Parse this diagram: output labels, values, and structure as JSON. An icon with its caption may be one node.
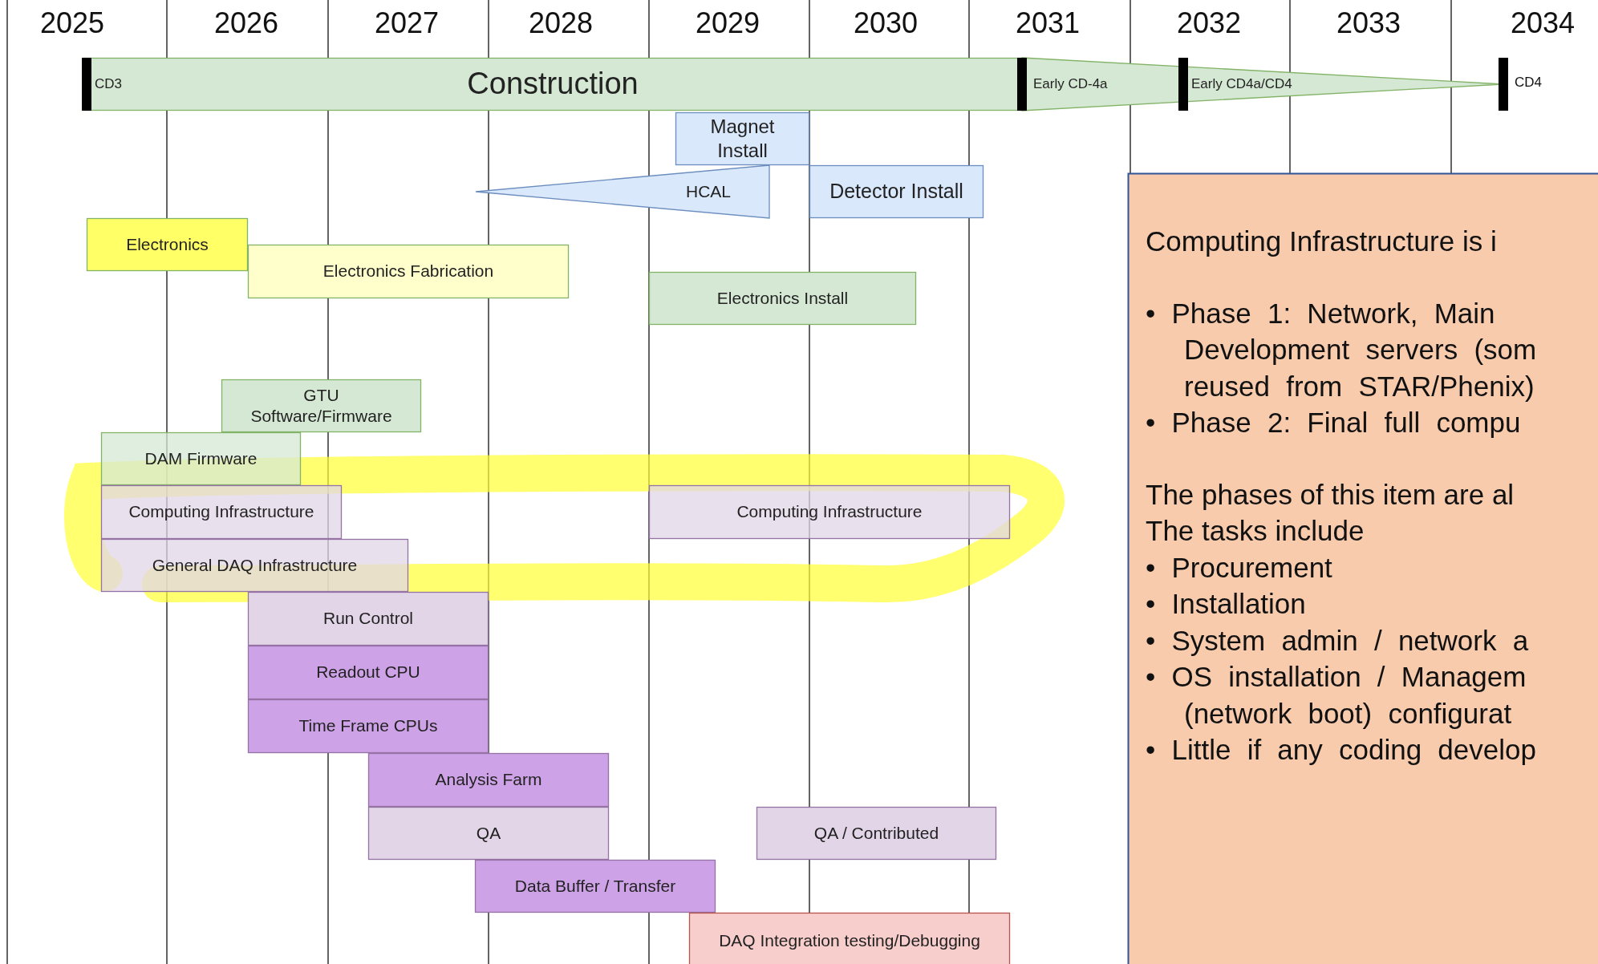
{
  "diagram": {
    "nodes": [
      {
        "text": [
          "CD3",
          "Construction"
        ]
      },
      {
        "text": [
          "Early CD-4a",
          "Early CD4a/CD4"
        ]
      },
      {
        "text": [
          "Magnet Install"
        ]
      },
      {
        "text": [
          "HCAL"
        ]
      },
      {
        "text": [
          "Detector Install"
        ]
      },
      {
        "text": [
          "Electronics"
        ]
      },
      {
        "text": [
          "Electronics Fabrication"
        ]
      },
      {
        "text": [
          "Electronics Install"
        ]
      },
      {
        "text": [
          "GTU Software/Firmware"
        ]
      },
      {
        "text": [
          "DAM Firmware"
        ]
      },
      {
        "text": [
          "Computing Infrastructure"
        ]
      },
      {
        "text": [
          "Computing Infrastructure"
        ]
      },
      {
        "text": [
          "General DAQ Infrastructure"
        ]
      },
      {
        "text": [
          "Run Control"
        ]
      },
      {
        "text": [
          "Readout CPU"
        ]
      },
      {
        "text": [
          "Time Frame CPUs"
        ]
      },
      {
        "text": [
          "Analysis Farm"
        ]
      },
      {
        "text": [
          "QA"
        ]
      },
      {
        "text": [
          "QA / Contributed"
        ]
      },
      {
        "text": [
          "Data Buffer / Transfer"
        ]
      },
      {
        "text": [
          "DAQ Integration testing/Debugging"
        ]
      },
      {
        "text": [
          "Computing Infrastructure is i",
          "• Phase 1: Network, Main Development servers (som reused from STAR/Phenix)",
          "• Phase 2: Final full compu",
          "The phases of this item are al",
          "The tasks include",
          "• Procurement",
          "• Installation",
          "• System admin / network a",
          "• OS installation / Managem (network boot) configurat",
          "• Little if any coding develop"
        ]
      }
    ],
    "labels": [
      "2025",
      "2026",
      "2027",
      "2028",
      "2029",
      "2030",
      "2031",
      "2032",
      "2033",
      "2034",
      "CD4"
    ]
  }
}
